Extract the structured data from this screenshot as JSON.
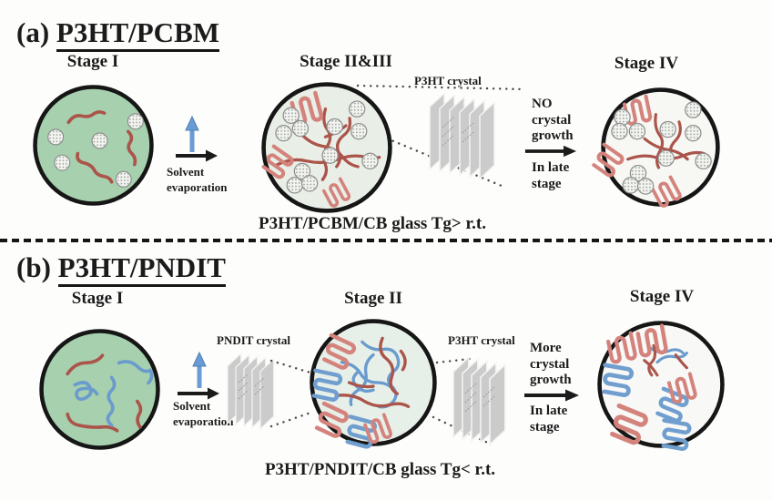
{
  "figure": {
    "panel_a": {
      "index_label": "(a)",
      "title": "P3HT/PCBM",
      "stage_1": "Stage I",
      "stage_2_3": "Stage II&III",
      "stage_4": "Stage IV",
      "solvent_note": "Solvent evaporation",
      "crystal_label": "P3HT crystal",
      "growth_top": "NO crystal growth",
      "growth_bottom": "In late stage",
      "caption": "P3HT/PCBM/CB glass Tg> r.t."
    },
    "panel_b": {
      "index_label": "(b)",
      "title": "P3HT/PNDIT",
      "stage_1": "Stage I",
      "stage_2": "Stage II",
      "stage_4": "Stage IV",
      "solvent_note": "Solvent evaporation",
      "crystal_label_left": "PNDIT crystal",
      "crystal_label_right": "P3HT crystal",
      "growth_top": "More crystal growth",
      "growth_bottom": "In late stage",
      "caption": "P3HT/PNDIT/CB glass Tg< r.t."
    },
    "colors": {
      "solution_green": "#a7d0ae",
      "glass_pale": "#e9efe7",
      "late_stage_white": "#f7f7f4",
      "p3ht_red": "#ab544a",
      "p3ht_coil_red": "#d4837c",
      "pndit_blue": "#6f9ecf",
      "pcbm_dot_gray": "#97a29b",
      "crystal_sheet_gray": "#cbcbcb",
      "arrow_blue": "#6b9bd4",
      "ink": "#1b1b1b"
    }
  }
}
